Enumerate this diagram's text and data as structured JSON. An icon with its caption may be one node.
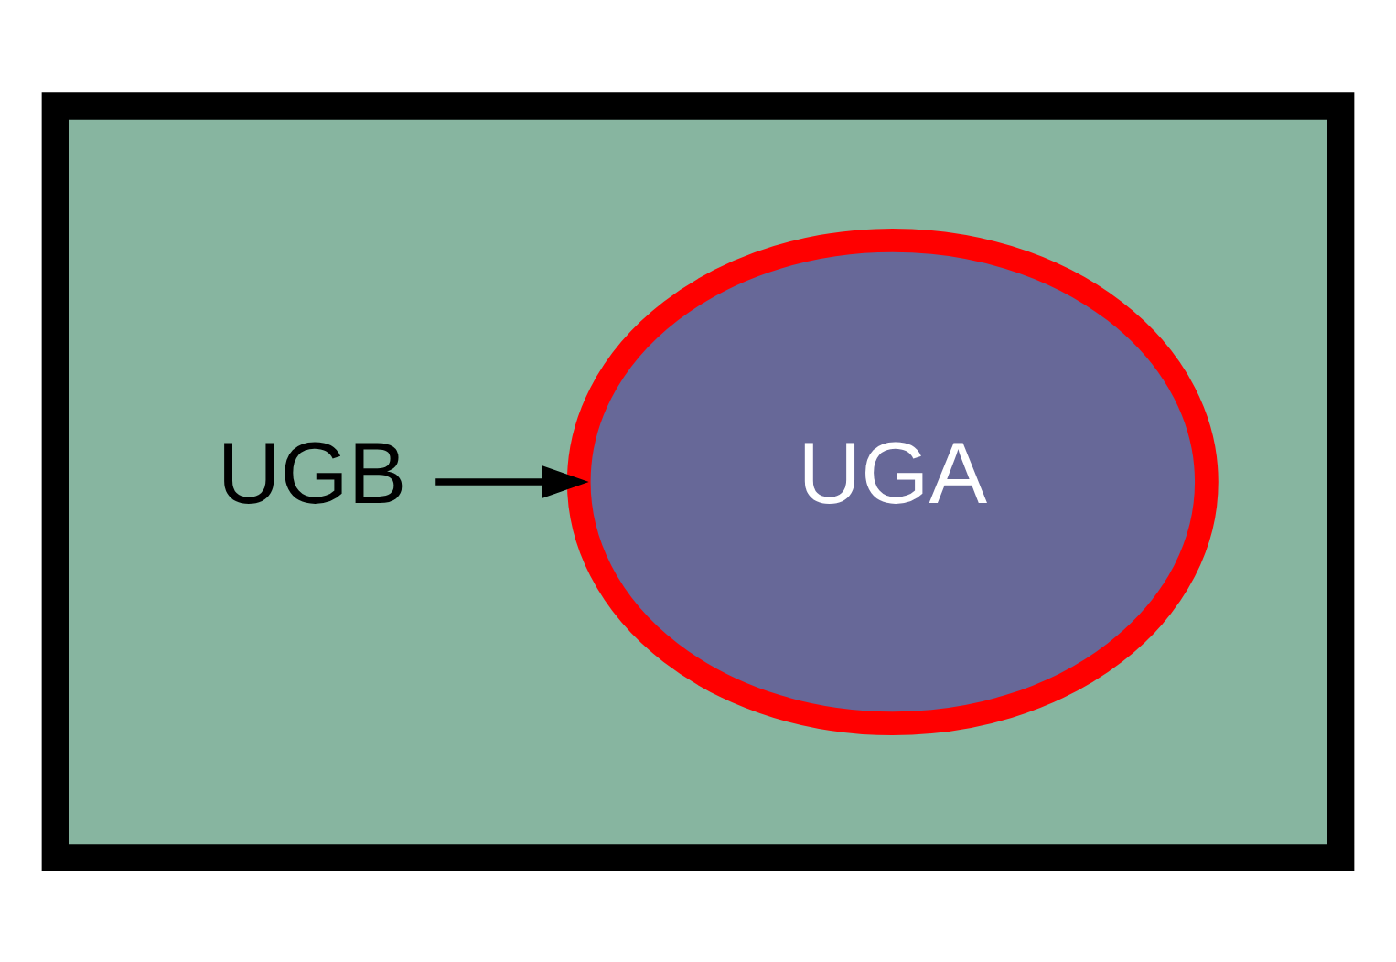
{
  "diagram": {
    "nodes": [
      {
        "text": [],
        "shape": "box"
      },
      {
        "text": [
          "UGA"
        ],
        "in": 0
      },
      {
        "text": [
          "UGB"
        ],
        "in": 0
      }
    ],
    "edges": [
      {
        "from": 2,
        "to": 1,
        "arrow": "to"
      }
    ]
  }
}
